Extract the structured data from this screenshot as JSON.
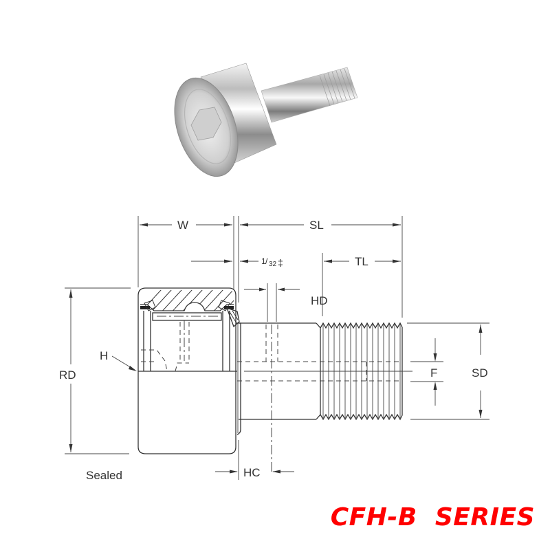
{
  "product": {
    "series_title": "CFH-B  SERIES",
    "photo_alt": "Cam follower stud with threaded shank (product photo)",
    "title_color": "#ff0000"
  },
  "drawing": {
    "dimensions": {
      "W": "W",
      "SL": "SL",
      "TL": "TL",
      "clearance": "1/32‡",
      "clearance_num": "1",
      "clearance_den": "32",
      "clearance_sym": "‡",
      "HD": "HD",
      "H": "H",
      "RD": "RD",
      "F": "F",
      "SD": "SD",
      "HC": "HC"
    },
    "variant_label": "Sealed",
    "line_color": "#333333"
  }
}
